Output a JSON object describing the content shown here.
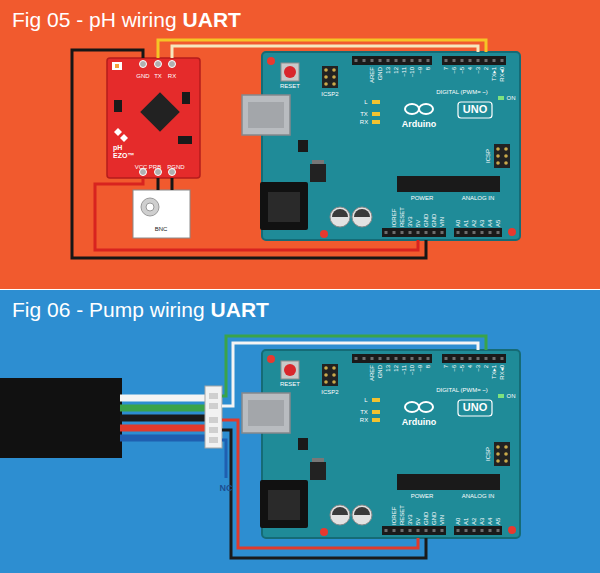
{
  "diagram": {
    "nodes": [
      {
        "text": [
          "Fig 05 - pH wiring",
          "UART"
        ]
      },
      {
        "text": [
          "pH",
          "EZO™"
        ],
        "in": 0
      },
      {
        "text": [
          "BNC"
        ],
        "in": 0
      },
      {
        "text": [
          "Arduino",
          "UNO"
        ],
        "in": 0
      },
      {
        "text": [
          "Fig 06 - Pump wiring",
          "UART"
        ]
      },
      {
        "text": [
          "Arduino",
          "UNO"
        ],
        "in": 4
      }
    ],
    "edges": [
      {
        "from": 1,
        "to": 3,
        "arrow": "none"
      },
      {
        "from": 1,
        "to": 3,
        "arrow": "none"
      },
      {
        "from": 1,
        "to": 3,
        "arrow": "none"
      },
      {
        "from": 1,
        "to": 3,
        "arrow": "none"
      },
      {
        "from": 1,
        "to": 2,
        "arrow": "none"
      },
      {
        "from": 1,
        "to": 2,
        "arrow": "none"
      }
    ],
    "labels": [
      "GND",
      "TX",
      "RX",
      "VCC",
      "PRB",
      "PGND",
      "RESET",
      "ICSP2",
      "L",
      "TX",
      "RX",
      "AREF",
      "GND",
      "13",
      "12",
      "~11",
      "~10",
      "~9",
      "8",
      "7",
      "~6",
      "~5",
      "4",
      "~3",
      "2",
      "TX▸1",
      "RX◂0",
      "DIGITAL (PWM= ~)",
      "ON",
      "ICSP",
      "IOREF",
      "RESET",
      "3V3",
      "5V",
      "GND",
      "GND",
      "VIN",
      "POWER",
      "ANALOG IN",
      "A0",
      "A1",
      "A2",
      "A3",
      "A4",
      "A5",
      "RESET",
      "ICSP2",
      "L",
      "TX",
      "RX",
      "AREF",
      "GND",
      "13",
      "12",
      "~11",
      "~10",
      "~9",
      "8",
      "7",
      "~6",
      "~5",
      "4",
      "~3",
      "2",
      "TX▸1",
      "RX◂0",
      "DIGITAL (PWM= ~)",
      "ON",
      "ICSP",
      "IOREF",
      "RESET",
      "3V3",
      "5V",
      "GND",
      "GND",
      "VIN",
      "POWER",
      "ANALOG IN",
      "A0",
      "A1",
      "A2",
      "A3",
      "A4",
      "A5",
      "NC"
    ]
  }
}
